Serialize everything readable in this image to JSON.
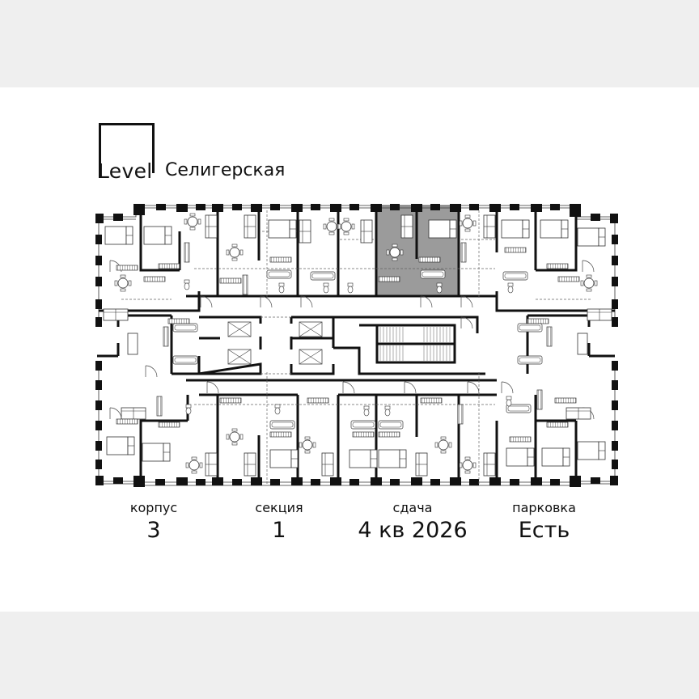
{
  "brand": {
    "logo_text": "Level",
    "project_name": "Селигерская"
  },
  "floor_plan": {
    "highlight_color": "#9b9b9b",
    "wall_color": "#111111",
    "highlighted_unit": "top-center apartment, right of stair core",
    "core": {
      "elevators": 4,
      "stairs": 1
    }
  },
  "facts": [
    {
      "label": "корпус",
      "value": "3"
    },
    {
      "label": "секция",
      "value": "1"
    },
    {
      "label": "сдача",
      "value": "4 кв 2026"
    },
    {
      "label": "парковка",
      "value": "Есть"
    }
  ],
  "colors": {
    "background": "#efefef",
    "card": "#ffffff",
    "text": "#111111"
  }
}
